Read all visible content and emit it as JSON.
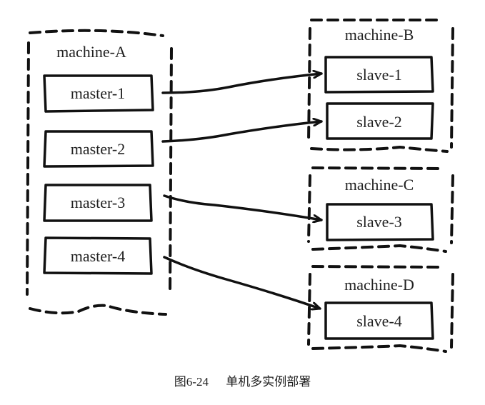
{
  "machines": [
    {
      "id": "machine-A",
      "label": "machine-A",
      "instances": [
        "master-1",
        "master-2",
        "master-3",
        "master-4"
      ]
    },
    {
      "id": "machine-B",
      "label": "machine-B",
      "instances": [
        "slave-1",
        "slave-2"
      ]
    },
    {
      "id": "machine-C",
      "label": "machine-C",
      "instances": [
        "slave-3"
      ]
    },
    {
      "id": "machine-D",
      "label": "machine-D",
      "instances": [
        "slave-4"
      ]
    }
  ],
  "connections": [
    {
      "from": "master-1",
      "to": "slave-1"
    },
    {
      "from": "master-2",
      "to": "slave-2"
    },
    {
      "from": "master-3",
      "to": "slave-3"
    },
    {
      "from": "master-4",
      "to": "slave-4"
    }
  ],
  "caption": {
    "figure_number": "图6-24",
    "title": "单机多实例部署"
  }
}
